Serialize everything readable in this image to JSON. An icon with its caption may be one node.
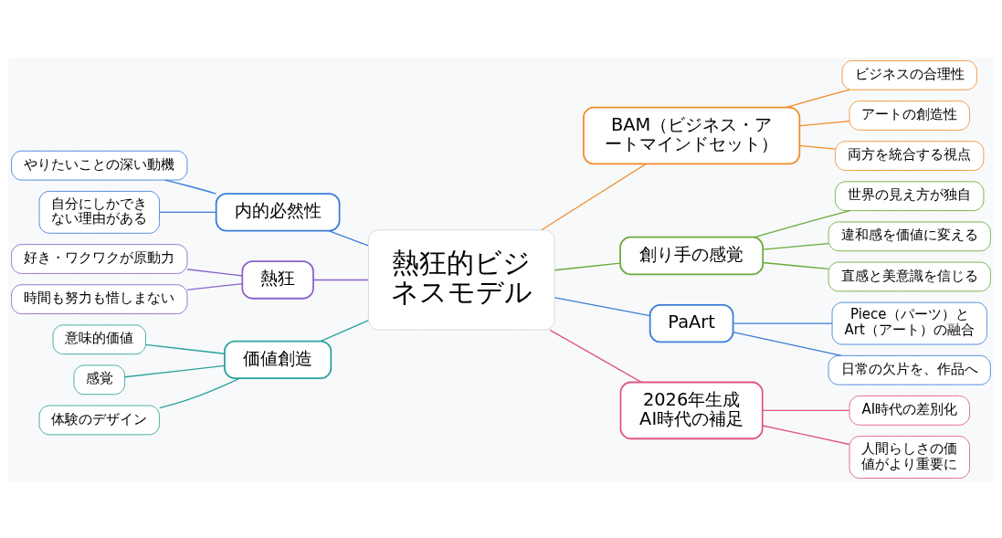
{
  "diagram": {
    "nodes": [
      {
        "text": [
          "熱狂的ビジネスモデル"
        ]
      },
      {
        "text": [
          "内的必然性"
        ]
      },
      {
        "text": [
          "やりたいことの深い動機"
        ]
      },
      {
        "text": [
          "自分にしかできない理由がある"
        ]
      },
      {
        "text": [
          "熱狂"
        ]
      },
      {
        "text": [
          "好き・ワクワクが原動力"
        ]
      },
      {
        "text": [
          "時間も努力も惜しまない"
        ]
      },
      {
        "text": [
          "価値創造"
        ]
      },
      {
        "text": [
          "意味的価値"
        ]
      },
      {
        "text": [
          "感覚"
        ]
      },
      {
        "text": [
          "体験のデザイン"
        ]
      },
      {
        "text": [
          "BAM（ビジネス・アートマインドセット）"
        ]
      },
      {
        "text": [
          "ビジネスの合理性"
        ]
      },
      {
        "text": [
          "アートの創造性"
        ]
      },
      {
        "text": [
          "両方を統合する視点"
        ]
      },
      {
        "text": [
          "創り手の感覚"
        ]
      },
      {
        "text": [
          "世界の見え方が独自"
        ]
      },
      {
        "text": [
          "違和感を価値に変える"
        ]
      },
      {
        "text": [
          "直感と美意識を信じる"
        ]
      },
      {
        "text": [
          "PaArt"
        ]
      },
      {
        "text": [
          "Piece（パーツ）とArt（アート）の融合"
        ]
      },
      {
        "text": [
          "日常の欠片を、作品へ"
        ]
      },
      {
        "text": [
          "2026年生成AI時代の補足"
        ]
      },
      {
        "text": [
          "AI時代の差別化"
        ]
      },
      {
        "text": [
          "人間らしさの価値がより重要に"
        ]
      }
    ],
    "edges": [
      {
        "from": 2,
        "to": 1,
        "arrow": "none",
        "color": "#3b7dd8"
      },
      {
        "from": 3,
        "to": 1,
        "arrow": "none",
        "color": "#3b7dd8"
      },
      {
        "from": 1,
        "to": 0,
        "arrow": "none",
        "color": "#3b7dd8"
      },
      {
        "from": 5,
        "to": 4,
        "arrow": "none",
        "color": "#8a63c9"
      },
      {
        "from": 6,
        "to": 4,
        "arrow": "none",
        "color": "#8a63c9"
      },
      {
        "from": 4,
        "to": 0,
        "arrow": "none",
        "color": "#8a63c9"
      },
      {
        "from": 8,
        "to": 7,
        "arrow": "none",
        "color": "#2aa39a"
      },
      {
        "from": 9,
        "to": 7,
        "arrow": "none",
        "color": "#2aa39a"
      },
      {
        "from": 10,
        "to": 7,
        "arrow": "none",
        "color": "#2aa39a"
      },
      {
        "from": 7,
        "to": 0,
        "arrow": "none",
        "color": "#2aa39a"
      },
      {
        "from": 0,
        "to": 11,
        "arrow": "none",
        "color": "#f28c28"
      },
      {
        "from": 11,
        "to": 12,
        "arrow": "none",
        "color": "#f28c28"
      },
      {
        "from": 11,
        "to": 13,
        "arrow": "none",
        "color": "#f28c28"
      },
      {
        "from": 11,
        "to": 14,
        "arrow": "none",
        "color": "#f28c28"
      },
      {
        "from": 0,
        "to": 15,
        "arrow": "none",
        "color": "#6aaa3a"
      },
      {
        "from": 15,
        "to": 16,
        "arrow": "none",
        "color": "#6aaa3a"
      },
      {
        "from": 15,
        "to": 17,
        "arrow": "none",
        "color": "#6aaa3a"
      },
      {
        "from": 15,
        "to": 18,
        "arrow": "none",
        "color": "#6aaa3a"
      },
      {
        "from": 0,
        "to": 19,
        "arrow": "none",
        "color": "#3b7dd8"
      },
      {
        "from": 19,
        "to": 20,
        "arrow": "none",
        "color": "#3b7dd8"
      },
      {
        "from": 19,
        "to": 21,
        "arrow": "none",
        "color": "#3b7dd8"
      },
      {
        "from": 0,
        "to": 22,
        "arrow": "none",
        "color": "#e0577f"
      },
      {
        "from": 22,
        "to": 23,
        "arrow": "none",
        "color": "#e0577f"
      },
      {
        "from": 22,
        "to": 24,
        "arrow": "none",
        "color": "#e0577f"
      }
    ]
  }
}
